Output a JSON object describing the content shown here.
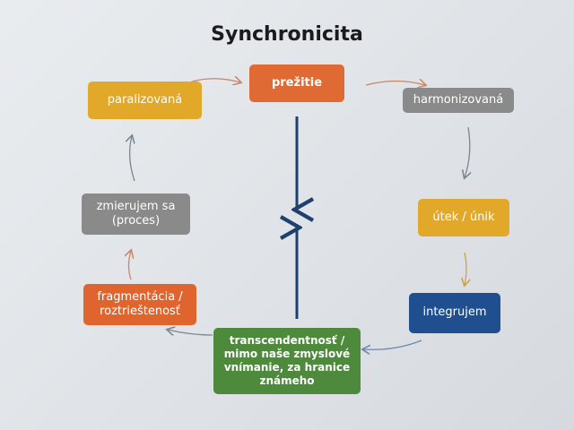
{
  "title": "Synchronicita",
  "nodes": {
    "prezitie": "prežitie",
    "harmonizovana": "harmonizovaná",
    "utek": "útek / únik",
    "integrujem": "integrujem",
    "transcendentnost": "transcendentnosť /\nmimo naše zmyslové\nvnímanie, za hranice\nznámeho",
    "fragmentacia": "fragmentácia /\nroztrieštenosť",
    "zmierujem": "zmierujem sa\n(proces)",
    "paralizovana": "paralizovaná"
  },
  "colors": {
    "orange": "#e06a33",
    "gray": "#8a8a8a",
    "yellow": "#e1a829",
    "blue": "#1f4f8e",
    "green": "#4e8a3c",
    "axis": "#1f3f6e"
  }
}
